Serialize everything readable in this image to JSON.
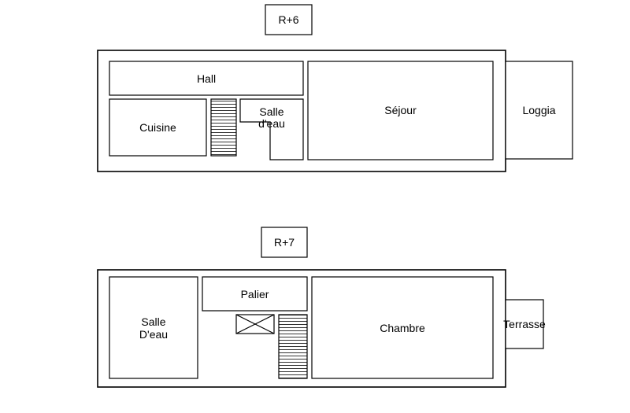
{
  "floors": [
    {
      "level_label": "R+6",
      "rooms": {
        "hall": "Hall",
        "cuisine": "Cuisine",
        "salle_deau_line1": "Salle",
        "salle_deau_line2": "d'eau",
        "sejour": "Séjour",
        "loggia": "Loggia"
      }
    },
    {
      "level_label": "R+7",
      "rooms": {
        "salle_deau_line1": "Salle",
        "salle_deau_line2": "D'eau",
        "palier": "Palier",
        "chambre": "Chambre",
        "terrasse": "Terrasse"
      }
    }
  ]
}
